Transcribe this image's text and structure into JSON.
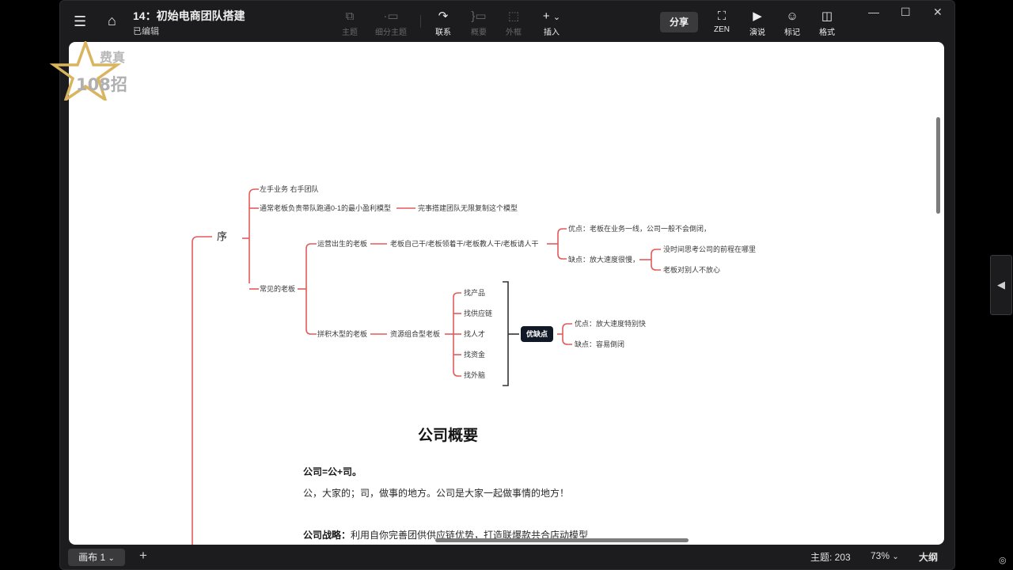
{
  "window": {
    "title": "14：初始电商团队搭建",
    "status": "已编辑"
  },
  "toolbar": {
    "topic": "主题",
    "subtopic": "细分主题",
    "relation": "联系",
    "summary": "概要",
    "boundary": "外框",
    "insert": "插入",
    "share": "分享",
    "zen": "ZEN",
    "present": "演说",
    "marker": "标记",
    "format": "格式"
  },
  "icons": {
    "menu": "☰",
    "home": "⌂",
    "minimize": "—",
    "maximize": "☐",
    "close": "✕",
    "relation": "↷",
    "plus": "+",
    "chevron_down": "⌄",
    "collapse": "◀",
    "target": "◎"
  },
  "watermark": {
    "top": "费真",
    "bottom": "108招"
  },
  "mindmap": {
    "root": "序",
    "n1": "左手业务 右手团队",
    "n2": "通常老板负责带队跑通0-1的最小盈利模型",
    "n2_child": "完事搭建团队无限复制这个模型",
    "n3": "常见的老板",
    "n3a": "运营出生的老板",
    "n3a_child": "老板自己干/老板领着干/老板教人干/老板请人干",
    "pro_a": "优点：老板在业务一线，公司一般不会倒闭，",
    "con_a": "缺点：放大速度很慢，",
    "con_a1": "没时间思考公司的前程在哪里",
    "con_a2": "老板对别人不放心",
    "n3b": "拼积木型的老板",
    "n3b_child": "资源组合型老板",
    "res": [
      "找产品",
      "找供应链",
      "找人才",
      "找资金",
      "找外脑"
    ],
    "badge": "优缺点",
    "pro_b": "优点：放大速度特别快",
    "con_b": "缺点：容易倒闭"
  },
  "doc": {
    "heading": "公司概要",
    "formula": "公司=公+司。",
    "definition": "公，大家的；司，做事的地方。公司是大家一起做事情的地方！",
    "strategy_label": "公司战略：",
    "strategy_text": "利用自你完善团供供应链优势，打造联爆款共合店动模型"
  },
  "bottom": {
    "canvas_tab": "画布 1",
    "topic_count": "主题: 203",
    "zoom": "73%",
    "outline": "大纲"
  },
  "colors": {
    "branch": "#e35b5b",
    "bracket": "#333333",
    "badge_bg": "#111826"
  }
}
